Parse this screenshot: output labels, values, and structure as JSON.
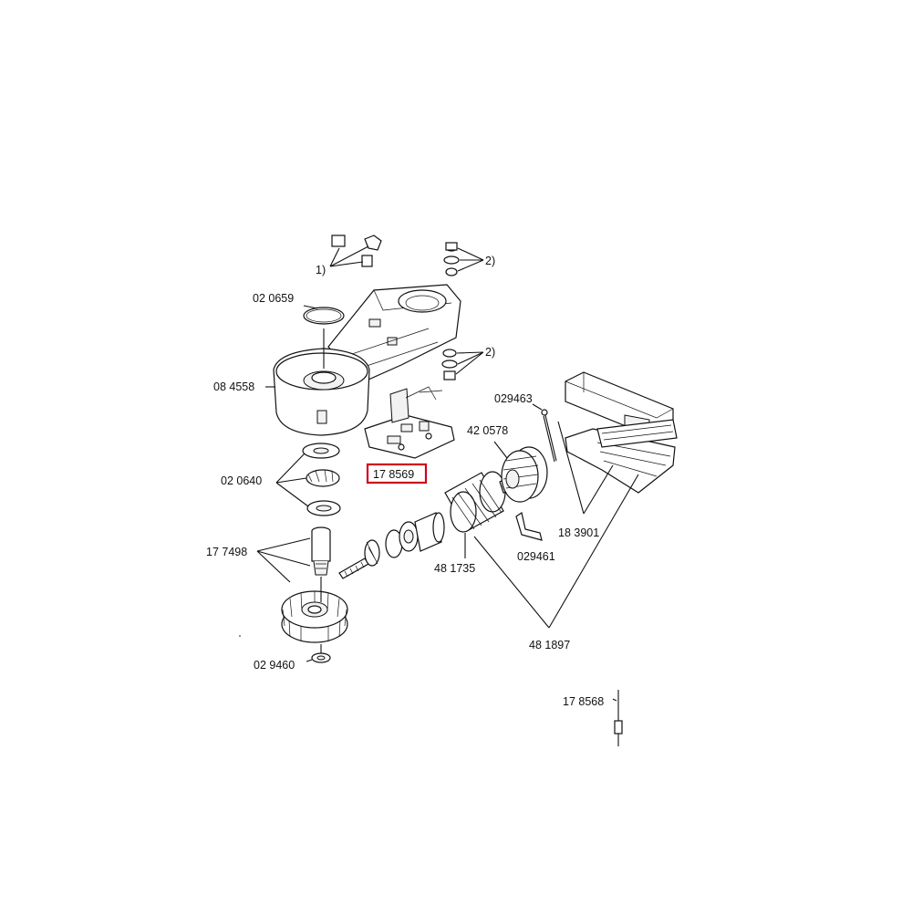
{
  "labels": {
    "note_1": "1)",
    "note_2a": "2)",
    "note_2b": "2)",
    "p_020659": "02 0659",
    "p_084558": "08 4558",
    "p_020640": "02 0640",
    "p_177498": "17 7498",
    "p_029460": "02 9460",
    "p_029463": "029463",
    "p_420578": "42 0578",
    "p_178569": "17 8569",
    "p_029461": "029461",
    "p_183901": "18 3901",
    "p_481735": "48 1735",
    "p_481897": "48 1897",
    "p_178568": "17 8568"
  },
  "highlight": {
    "target_label": "17 8569",
    "color": "#d0021b"
  }
}
